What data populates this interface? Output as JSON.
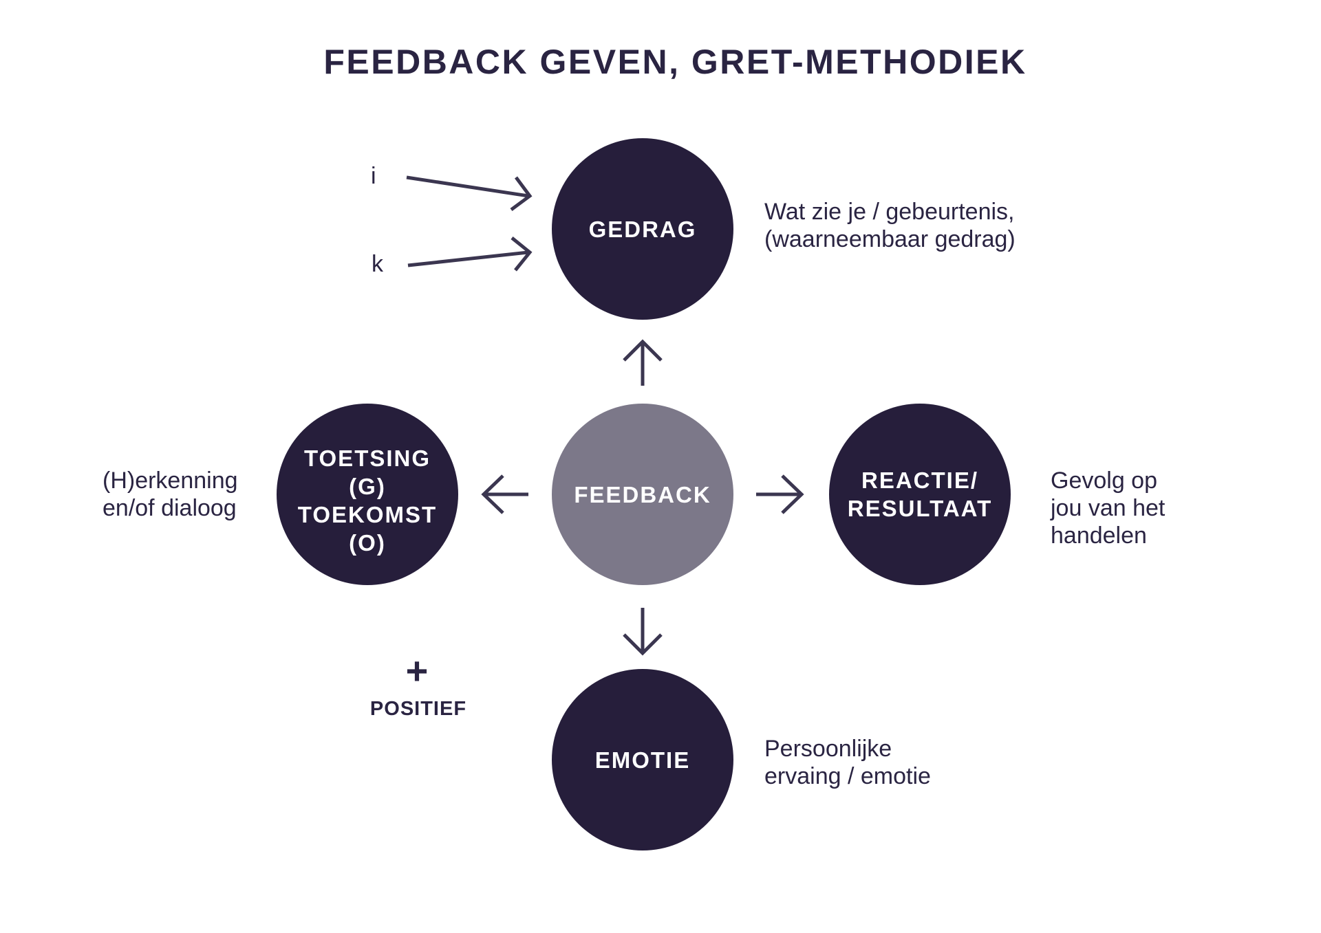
{
  "title": "FEEDBACK GEVEN, GRET-METHODIEK",
  "colors": {
    "node": "#261e3b",
    "center_node": "#7c7889",
    "text": "#2a2442",
    "arrow": "#3b3650",
    "node_text": "#ffffff"
  },
  "nodes": {
    "gedrag": {
      "label_lines": [
        "GEDRAG"
      ],
      "description": [
        "Wat zie je / gebeurtenis,",
        "(waarneembaar gedrag)"
      ]
    },
    "feedback": {
      "label_lines": [
        "FEEDBACK"
      ]
    },
    "toetsing_toekomst": {
      "label_lines": [
        "TOETSING",
        "(G)",
        "TOEKOMST",
        "(O)"
      ],
      "description": [
        "(H)erkenning",
        "en/of dialoog"
      ]
    },
    "reactie_resultaat": {
      "label_lines": [
        "REACTIE/",
        "RESULTAAT"
      ],
      "description": [
        "Gevolg op",
        "jou van het",
        "handelen"
      ]
    },
    "emotie": {
      "label_lines": [
        "EMOTIE"
      ],
      "description": [
        "Persoonlijke",
        "ervaing / emotie"
      ]
    }
  },
  "input_labels": [
    "i",
    "k"
  ],
  "positive": {
    "symbol": "+",
    "label": "POSITIEF"
  }
}
